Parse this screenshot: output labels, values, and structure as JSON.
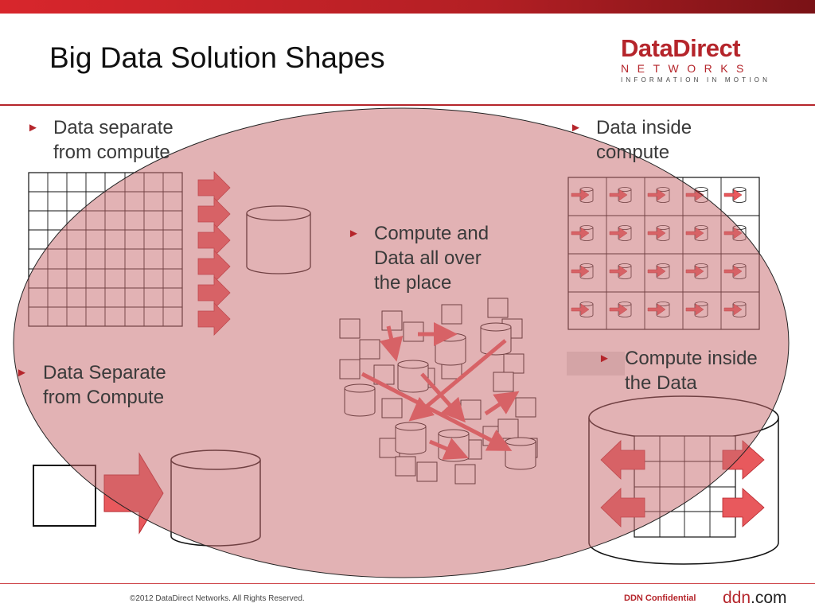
{
  "slide": {
    "title": "Big Data Solution Shapes",
    "logo": {
      "line1": "DataDirect",
      "line2": "NETWORKS",
      "line3": "INFORMATION IN MOTION"
    },
    "bullets": [
      {
        "text_line1": "Data separate",
        "text_line2": "from compute"
      },
      {
        "text_line1": "Data inside",
        "text_line2": "compute"
      },
      {
        "text_line1": "Compute and",
        "text_line2": "Data all over",
        "text_line3": "the place"
      },
      {
        "text_line1": "Data Separate",
        "text_line2": "from Compute"
      },
      {
        "text_line1": "Compute inside",
        "text_line2": "the Data"
      }
    ],
    "footer": {
      "copyright": "©2012 DataDirect Networks.  All Rights Reserved.",
      "confidential": "DDN Confidential",
      "site_main": "ddn",
      "site_tld": ".com"
    },
    "colors": {
      "accent": "#b5252b",
      "overlay_fill": "#c86c70",
      "arrow_fill": "#e8595d"
    },
    "icons": {
      "bullet": "right-triangle-icon"
    }
  }
}
